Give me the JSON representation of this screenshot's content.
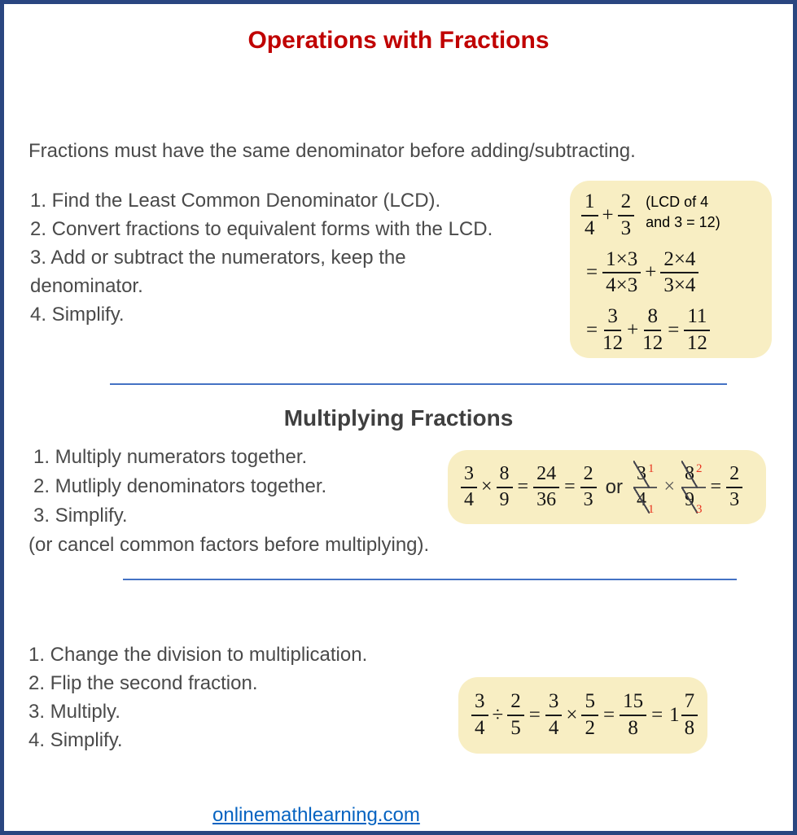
{
  "page": {
    "title": "Operations with Fractions"
  },
  "colors": {
    "title_red": "#C00000",
    "body_gray": "#4A4A4A",
    "heading_gray": "#3F3F3F",
    "page_border_blue": "#2A4680",
    "divider_blue": "#4472C4",
    "example_box_cream": "#F8EEC3",
    "cancel_mark_red": "#E8331F",
    "link_blue": "#0563C1"
  },
  "adding": {
    "intro": "Fractions must have the same denominator before adding/subtracting.",
    "steps": [
      "1. Find the Least Common Denominator (LCD).",
      "2. Convert fractions to equivalent forms with the LCD.",
      "3. Add or subtract the numerators, keep the",
      "denominator.",
      "4. Simplify."
    ],
    "example": {
      "note1": "(LCD of 4",
      "note2": "and 3 = 12)",
      "line1": {
        "f1n": "1",
        "f1d": "4",
        "op": "+",
        "f2n": "2",
        "f2d": "3"
      },
      "line2": {
        "eq": "=",
        "f1n": "1×3",
        "f1d": "4×3",
        "op": "+",
        "f2n": "2×4",
        "f2d": "3×4"
      },
      "line3": {
        "eq": "=",
        "f1n": "3",
        "f1d": "12",
        "op": "+",
        "f2n": "8",
        "f2d": "12",
        "eq2": "=",
        "f3n": "11",
        "f3d": "12"
      }
    }
  },
  "multiplying": {
    "heading": "Multiplying Fractions",
    "steps": [
      "1. Multiply numerators together.",
      "2. Mutliply denominators together.",
      "3. Simplify.",
      "(or cancel common factors before multiplying)."
    ],
    "example": {
      "plain": {
        "f1n": "3",
        "f1d": "4",
        "times": "×",
        "f2n": "8",
        "f2d": "9",
        "eq": "=",
        "f3n": "24",
        "f3d": "36",
        "eq2": "=",
        "f4n": "2",
        "f4d": "3"
      },
      "or": "or",
      "cancel": {
        "c1n": "3",
        "c1sup": "1",
        "c1d": "4",
        "c1sub": "1",
        "times": "×",
        "c2n": "8",
        "c2sup": "2",
        "c2d": "9",
        "c2sub": "3",
        "eq": "=",
        "fn": "2",
        "fd": "3"
      }
    }
  },
  "dividing": {
    "steps": [
      "1. Change the division to multiplication.",
      "2. Flip the second fraction.",
      "3. Multiply.",
      "4. Simplify."
    ],
    "example": {
      "f1n": "3",
      "f1d": "4",
      "div": "÷",
      "f2n": "2",
      "f2d": "5",
      "eq": "=",
      "f3n": "3",
      "f3d": "4",
      "times": "×",
      "f4n": "5",
      "f4d": "2",
      "eq2": "=",
      "f5n": "15",
      "f5d": "8",
      "eq3": "=",
      "whole": "1",
      "f6n": "7",
      "f6d": "8"
    }
  },
  "footer": {
    "link": "onlinemathlearning.com"
  }
}
